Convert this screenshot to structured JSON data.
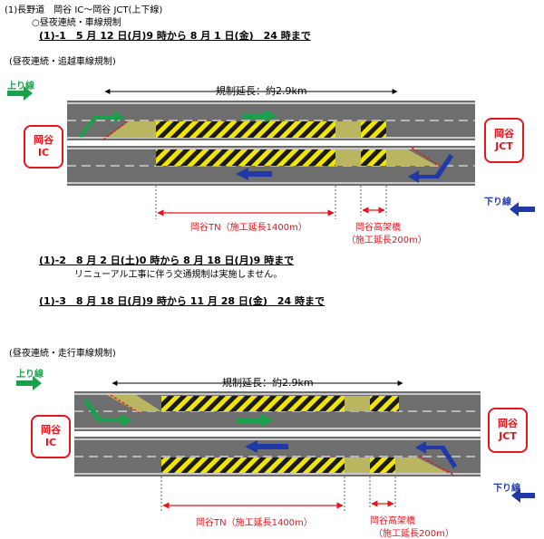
{
  "header": {
    "title": "(1)長野道　岡谷 IC～岡谷 JCT(上下線)",
    "subtitle": "○昼夜連続・車線規制"
  },
  "periods": {
    "p1": "(1)-1　5 月 12 日(月)9 時から 8 月 1 日(金)　24 時まで",
    "p2": "(1)-2　8 月 2 日(土)0 時から 8 月 18 日(月)9 時まで",
    "p2_note": "リニューアル工事に伴う交通規制は実施しません。",
    "p3": "(1)-3　8 月 18 日(月)9 時から 11 月 28 日(金)　24 時まで"
  },
  "diagram1": {
    "section_label": "(昼夜連続・追越車線規制)",
    "up_line": "上り線",
    "down_line": "下り線",
    "reg_length": "規制延長：約2.9km",
    "ic_line1": "岡谷",
    "ic_line2": "IC",
    "jct_line1": "岡谷",
    "jct_line2": "JCT",
    "tn_label": "岡谷TN（施工延長1400m）",
    "bridge_line1": "岡谷高架橋",
    "bridge_line2": "（施工延長200m）"
  },
  "diagram2": {
    "section_label": "(昼夜連続・走行車線規制)",
    "up_line": "上り線",
    "down_line": "下り線",
    "reg_length": "規制延長：約2.9km",
    "ic_line1": "岡谷",
    "ic_line2": "IC",
    "jct_line1": "岡谷",
    "jct_line2": "JCT",
    "tn_label": "岡谷TN（施工延長1400m）",
    "bridge_line1": "岡谷高架橋",
    "bridge_line2": "（施工延長200m）"
  },
  "colors": {
    "road": "#6e6e6e",
    "lane_line": "#ffffff",
    "hatch_yellow": "#f2e600",
    "taper": "#b9b561",
    "up_arrow": "#1aa04a",
    "down_arrow": "#1f3aa8",
    "dimension": "#e8141b"
  }
}
